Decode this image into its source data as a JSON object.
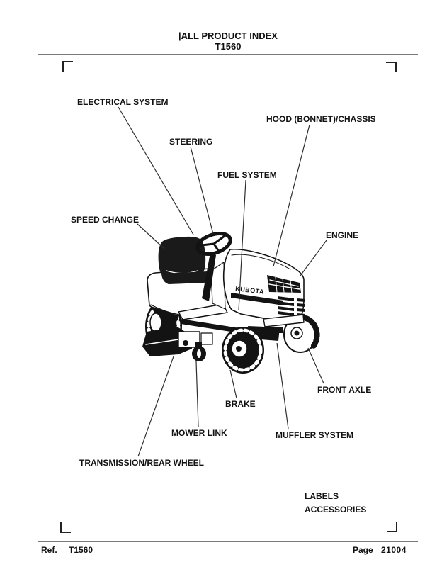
{
  "header": {
    "index_title": "|ALL PRODUCT INDEX",
    "model": "T1560"
  },
  "diagram": {
    "decal": "KUBOTA",
    "callouts": [
      {
        "id": "electrical-system",
        "label": "ELECTRICAL SYSTEM"
      },
      {
        "id": "hood-bonnet-chassis",
        "label": "HOOD (BONNET)/CHASSIS"
      },
      {
        "id": "steering",
        "label": "STEERING"
      },
      {
        "id": "fuel-system",
        "label": "FUEL SYSTEM"
      },
      {
        "id": "speed-change",
        "label": "SPEED CHANGE"
      },
      {
        "id": "engine",
        "label": "ENGINE"
      },
      {
        "id": "front-axle",
        "label": "FRONT AXLE"
      },
      {
        "id": "brake",
        "label": "BRAKE"
      },
      {
        "id": "mower-link",
        "label": "MOWER LINK"
      },
      {
        "id": "muffler-system",
        "label": "MUFFLER SYSTEM"
      },
      {
        "id": "transmission-rear-wheel",
        "label": "TRANSMISSION/REAR WHEEL"
      },
      {
        "id": "labels",
        "label": "LABELS"
      },
      {
        "id": "accessories",
        "label": "ACCESSORIES"
      }
    ]
  },
  "footer": {
    "ref_label": "Ref.",
    "ref_value": "T1560",
    "page_label": "Page",
    "page_value": "21004"
  }
}
